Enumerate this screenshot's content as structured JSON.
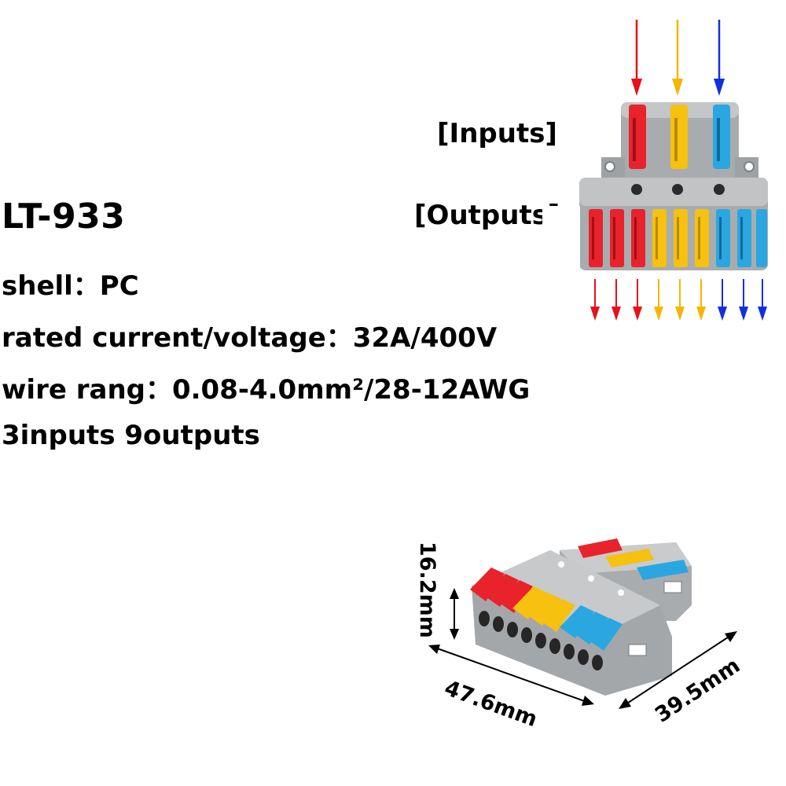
{
  "product": {
    "model": "LT-933",
    "specs": [
      "shell：PC",
      "rated current/voltage：32A/400V",
      "wire rang：0.08-4.0mm²/28-12AWG",
      "3inputs 9outputs"
    ]
  },
  "diagram": {
    "inputs_label": "[Inputs]",
    "outputs_label": "[Outputs]"
  },
  "dimensions": {
    "height": "16.2mm",
    "width": "47.6mm",
    "depth": "39.5mm"
  },
  "colors": {
    "red": "#e8232b",
    "yellow": "#f6c10f",
    "blue": "#2aa7e0",
    "arrow_red": "#e8101a",
    "arrow_yellow": "#f7b500",
    "arrow_blue": "#1030e0",
    "housing": "#a8abae"
  }
}
